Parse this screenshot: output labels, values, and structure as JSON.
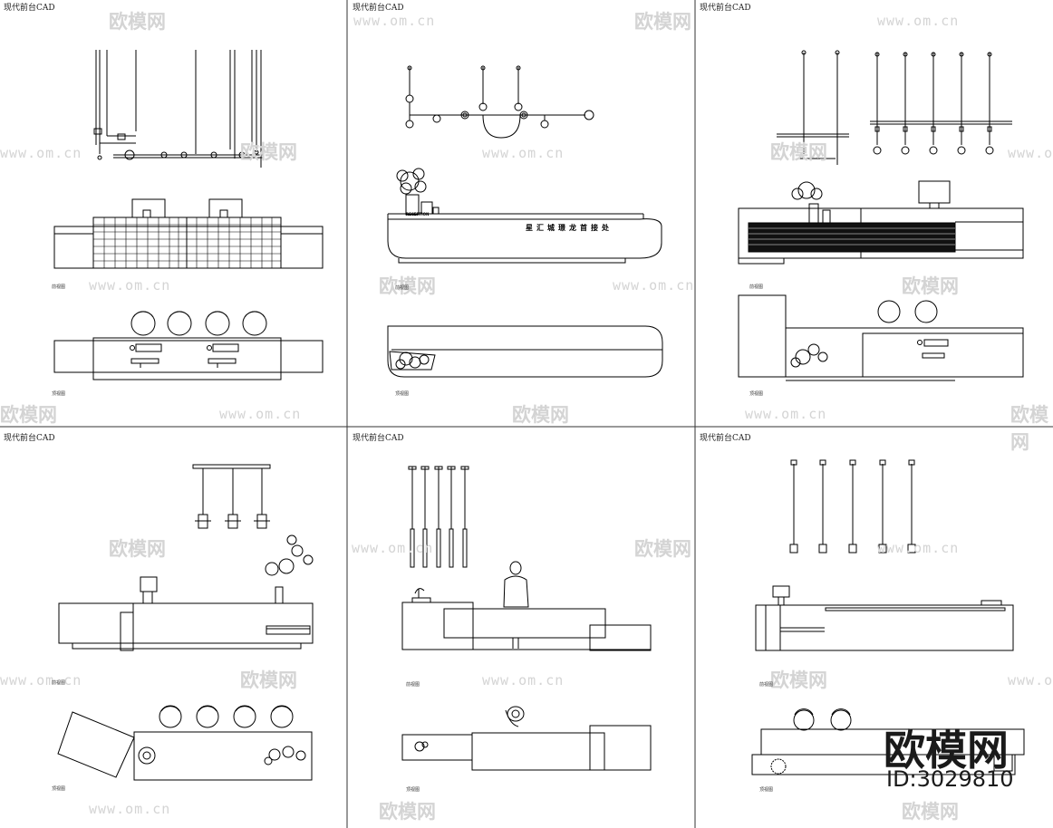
{
  "panel_title": "现代前台CAD",
  "front_view_label": "前视图",
  "top_view_label": "顶视图",
  "watermark_url": "www.om.cn",
  "watermark_logo": "欧模网",
  "brand_name": "欧模网",
  "brand_id": "ID:3029810",
  "desk_text": "星汇城璟龙首接处",
  "reception_tag": "RECEPTION"
}
